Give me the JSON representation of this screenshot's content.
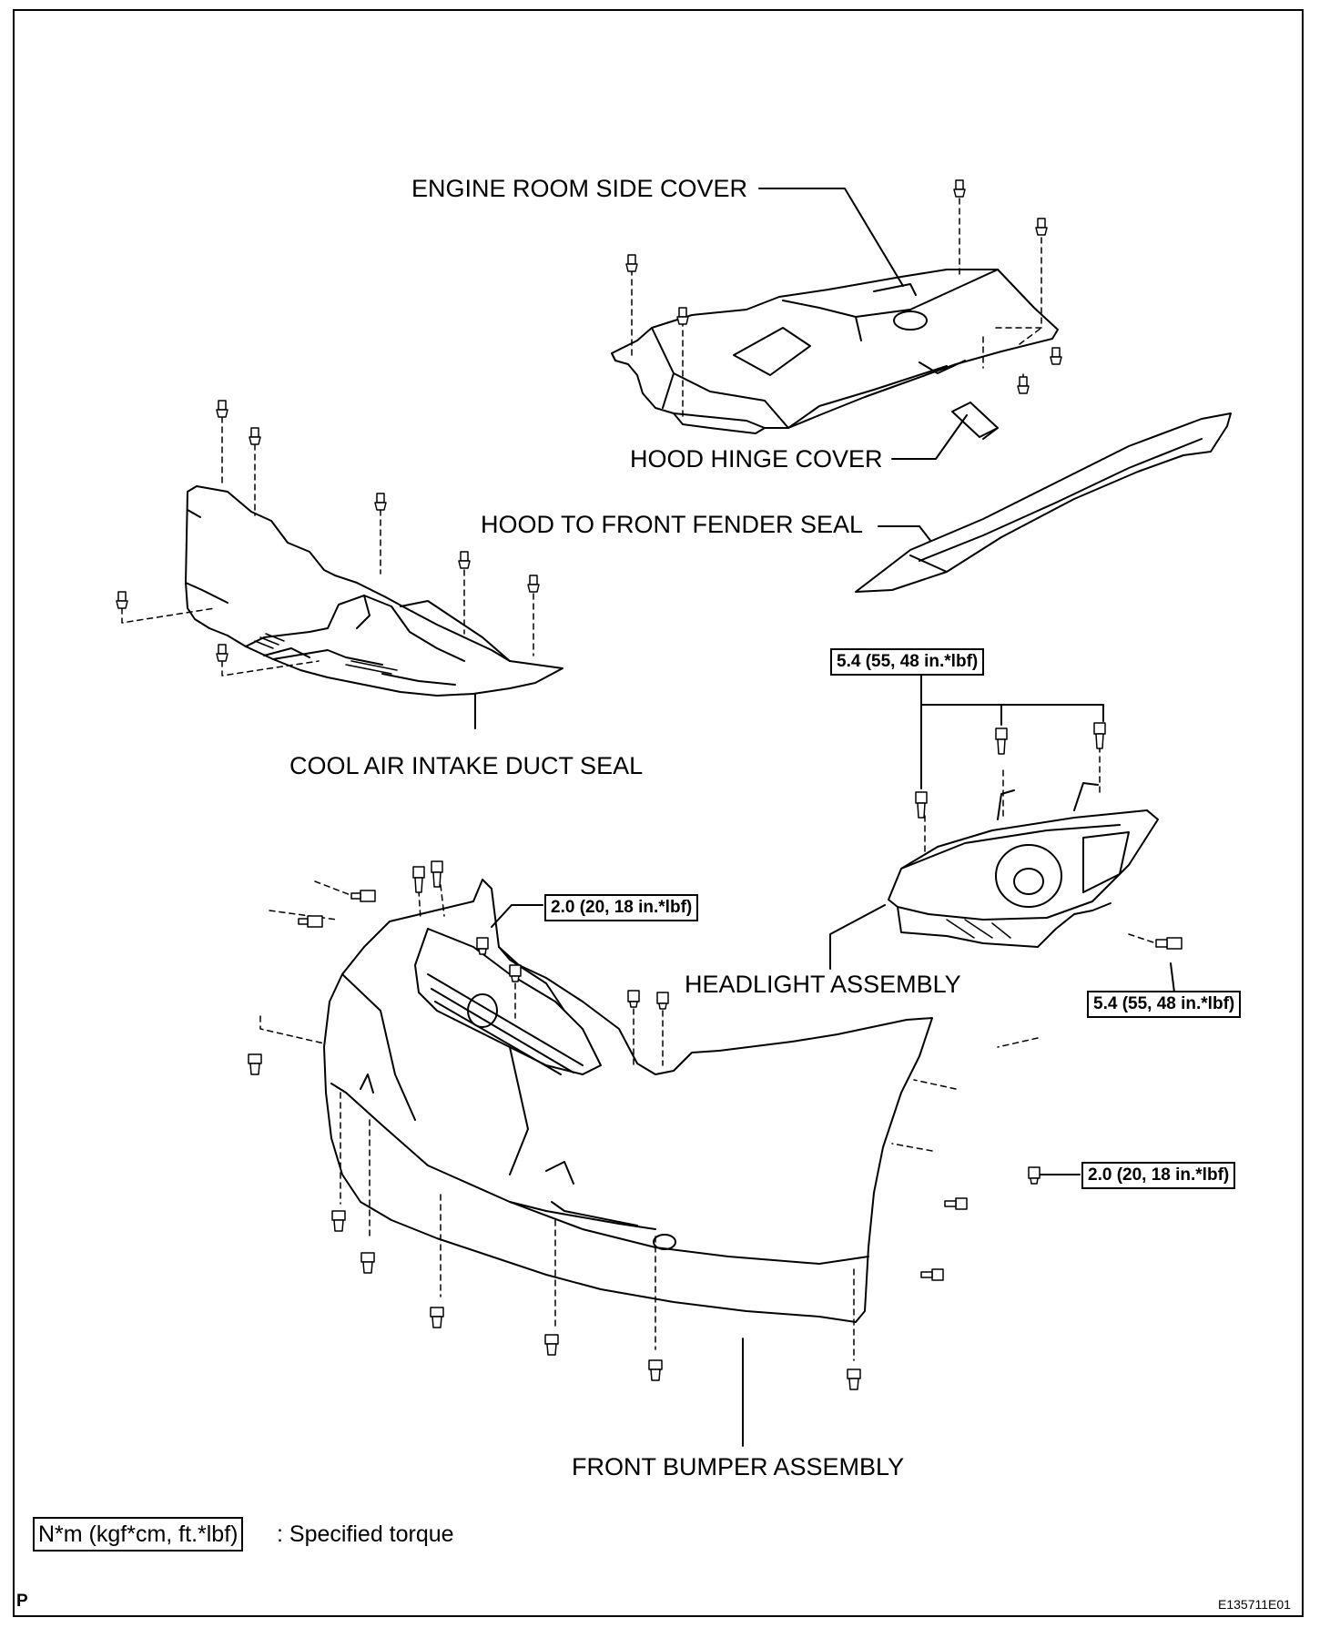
{
  "labels": {
    "engine_room_side_cover": "ENGINE ROOM SIDE COVER",
    "hood_hinge_cover": "HOOD HINGE COVER",
    "hood_to_front_fender_seal": "HOOD TO FRONT FENDER SEAL",
    "cool_air_intake_duct_seal": "COOL AIR INTAKE DUCT SEAL",
    "headlight_assembly": "HEADLIGHT ASSEMBLY",
    "front_bumper_assembly": "FRONT BUMPER ASSEMBLY"
  },
  "torques": {
    "headlight_top": "5.4 (55, 48 in.*lbf)",
    "headlight_side": "5.4 (55, 48 in.*lbf)",
    "bumper_top": "2.0 (20, 18 in.*lbf)",
    "bumper_side": "2.0 (20, 18 in.*lbf)"
  },
  "legend": {
    "unit": "N*m (kgf*cm, ft.*lbf)",
    "description": ": Specified torque"
  },
  "corner_mark": "P",
  "figure_code": "E135711E01"
}
